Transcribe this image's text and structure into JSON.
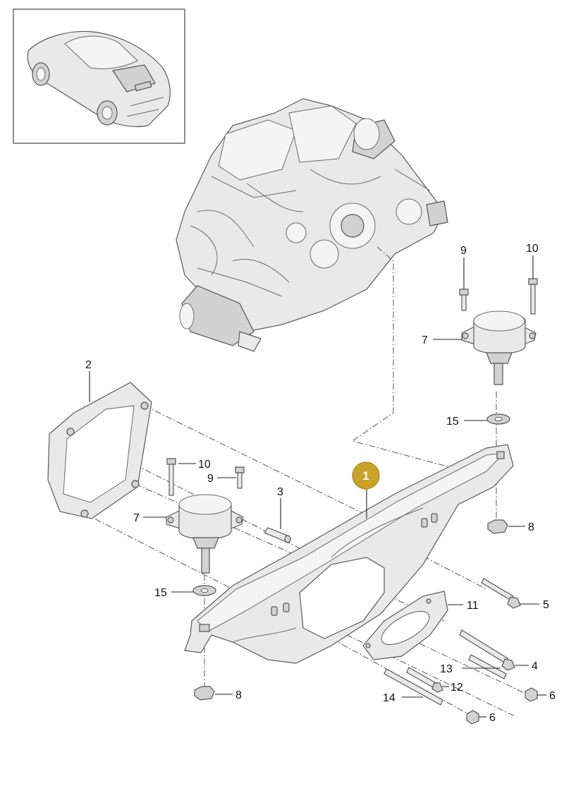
{
  "highlight_color": "#c9a227",
  "highlighted_part": "1",
  "callouts": {
    "c1": "1",
    "c2": "2",
    "c3": "3",
    "c4": "4",
    "c5": "5",
    "c6a": "6",
    "c6b": "6",
    "c7a": "7",
    "c7b": "7",
    "c8a": "8",
    "c8b": "8",
    "c9a": "9",
    "c9b": "9",
    "c10a": "10",
    "c10b": "10",
    "c11": "11",
    "c12": "12",
    "c13": "13",
    "c14": "14",
    "c15a": "15",
    "c15b": "15"
  },
  "icons": {
    "thumbnail": "sports-car-icon",
    "engine": "engine-assembly-icon"
  }
}
